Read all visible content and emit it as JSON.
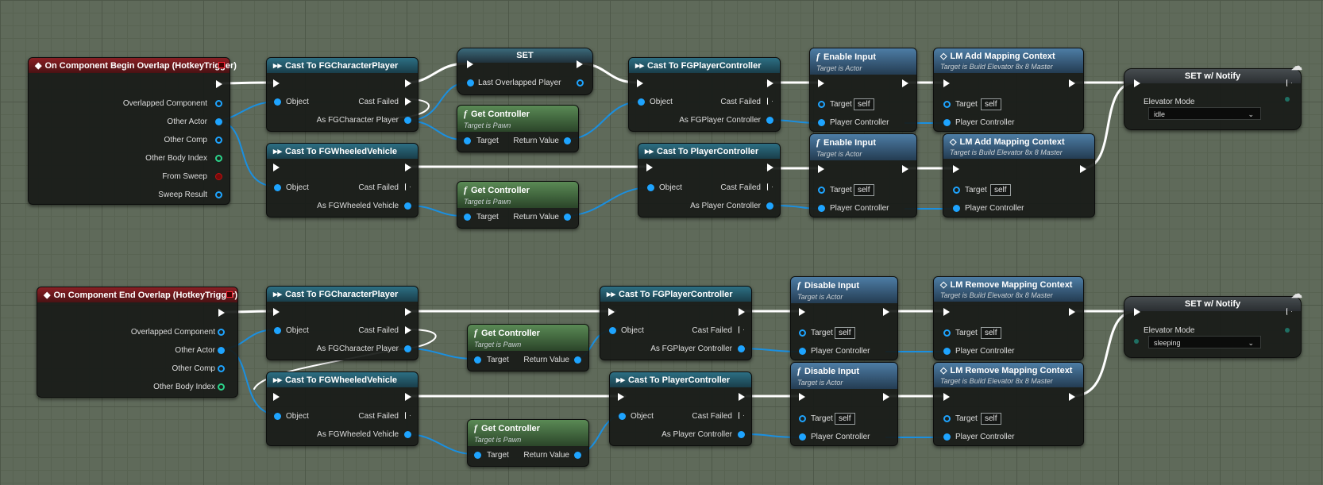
{
  "graph": {
    "begin_overlap": {
      "title": "On Component Begin Overlap (HotkeyTrigger)",
      "pins": [
        "Overlapped Component",
        "Other Actor",
        "Other Comp",
        "Other Body Index",
        "From Sweep",
        "Sweep Result"
      ]
    },
    "end_overlap": {
      "title": "On Component End Overlap (HotkeyTrigger)",
      "pins": [
        "Overlapped Component",
        "Other Actor",
        "Other Comp",
        "Other Body Index"
      ]
    },
    "labels": {
      "cast_fgcharacterplayer": "Cast To FGCharacterPlayer",
      "cast_fgwheeledvehicle": "Cast To FGWheeledVehicle",
      "cast_fgplayercontroller": "Cast To FGPlayerController",
      "cast_playercontroller": "Cast To PlayerController",
      "object": "Object",
      "cast_failed": "Cast Failed",
      "as_fgcharacter_player": "As FGCharacter Player",
      "as_fgwheeled_vehicle": "As FGWheeled Vehicle",
      "as_fgplayer_controller": "As FGPlayer Controller",
      "as_player_controller": "As Player Controller",
      "set": "SET",
      "last_overlapped_player": "Last Overlapped Player",
      "get_controller": "Get Controller",
      "target_is_pawn": "Target is Pawn",
      "target": "Target",
      "return_value": "Return Value",
      "enable_input": "Enable Input",
      "disable_input": "Disable Input",
      "target_is_actor": "Target is Actor",
      "self": "self",
      "player_controller": "Player Controller",
      "lm_add_mapping_context": "LM Add Mapping Context",
      "lm_remove_mapping_context": "LM Remove Mapping Context",
      "target_is_build_elevator": "Target is Build Elevator 8x 8 Master",
      "set_w_notify": "SET w/ Notify",
      "elevator_mode": "Elevator Mode"
    },
    "elevator_mode_values": {
      "top": "idle",
      "bottom": "sleeping"
    },
    "colors": {
      "exec": "#ffffff",
      "object": "#1ea4ff",
      "int": "#2bd38a",
      "bool": "#7a0a0a",
      "event_header": "#8a1f24",
      "cast_header": "#2d6f83",
      "func_header": "#4d7da5",
      "pure_header": "#5a8a55"
    }
  }
}
